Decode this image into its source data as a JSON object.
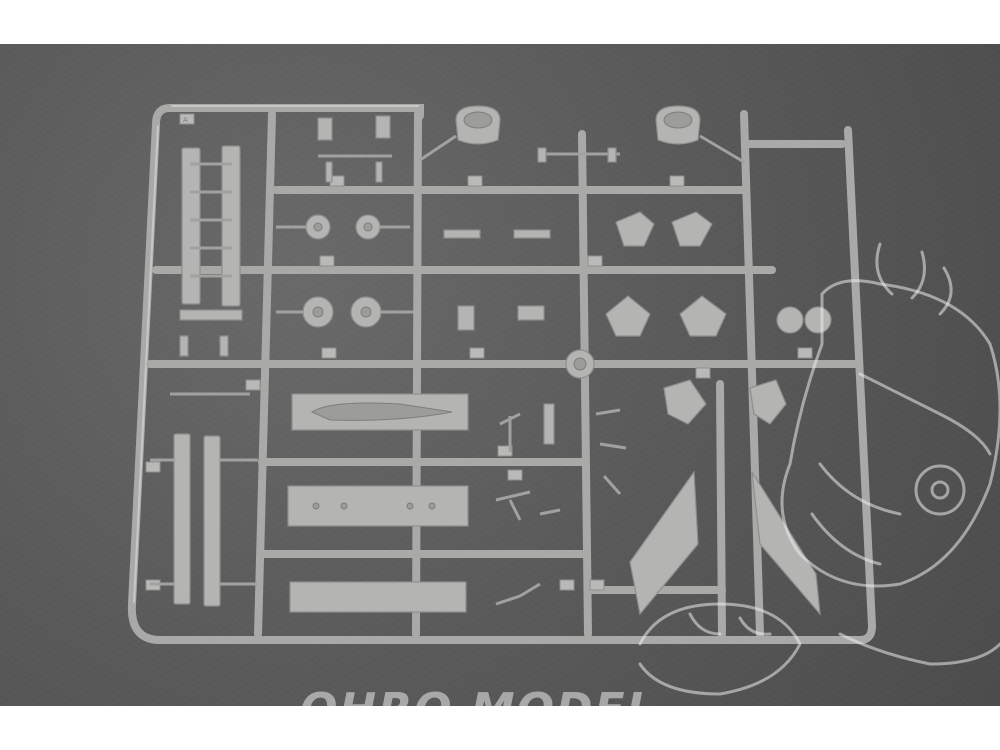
{
  "sprue": {
    "letter": "A"
  },
  "watermark": {
    "text": "OHRO MODEL",
    "mascot": "cartoon-bird-head-outline"
  },
  "colors": {
    "background": "#5b5b5b",
    "plastic": "#b4b5b3",
    "margin": "#ffffff"
  }
}
